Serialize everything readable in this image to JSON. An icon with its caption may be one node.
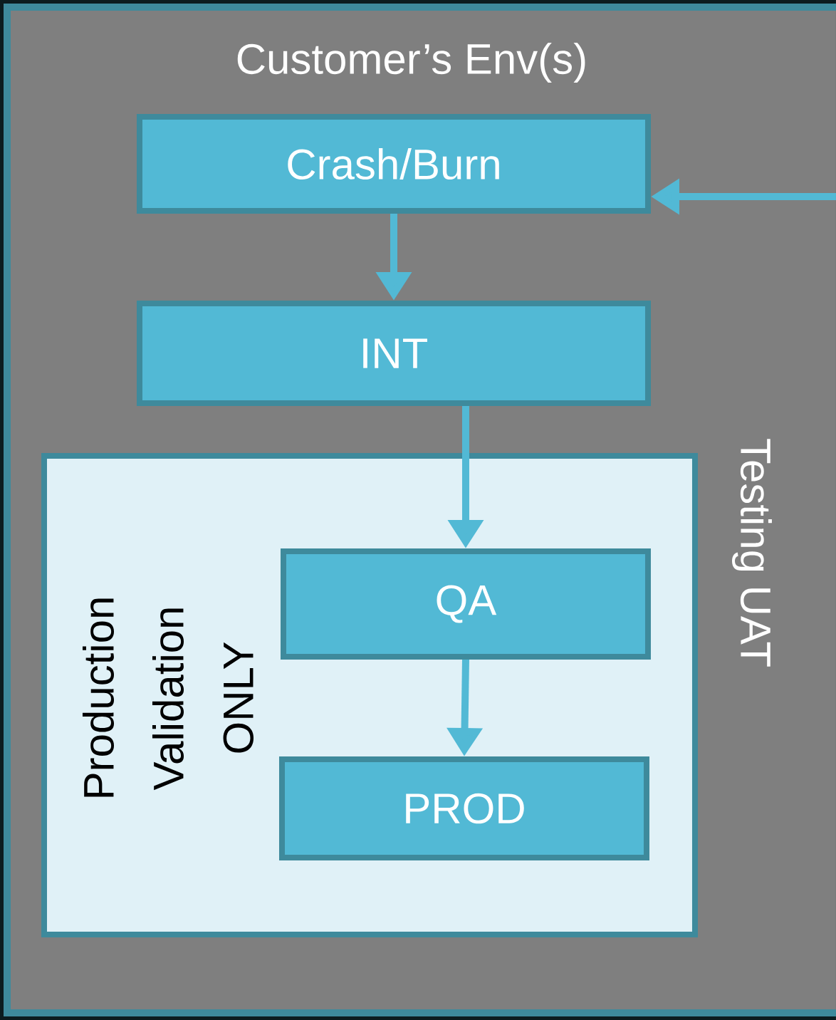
{
  "diagram": {
    "nodes": [
      {
        "text": [
          "Customer’s Env(s)"
        ]
      },
      {
        "text": [
          "Crash/Burn"
        ],
        "in": 0
      },
      {
        "text": [
          "INT"
        ],
        "in": 0
      },
      {
        "text": [
          "Production Validation ONLY"
        ],
        "in": 0
      },
      {
        "text": [
          "QA"
        ],
        "in": 3
      },
      {
        "text": [
          "PROD"
        ],
        "in": 3
      }
    ],
    "edges": [
      {
        "from": null,
        "to": 1,
        "arrow": "to"
      },
      {
        "from": 1,
        "to": 2,
        "arrow": "to"
      },
      {
        "from": 2,
        "to": 4,
        "arrow": "to"
      },
      {
        "from": 4,
        "to": 5,
        "arrow": "to"
      }
    ],
    "labels": [
      "Testing UAT"
    ]
  }
}
